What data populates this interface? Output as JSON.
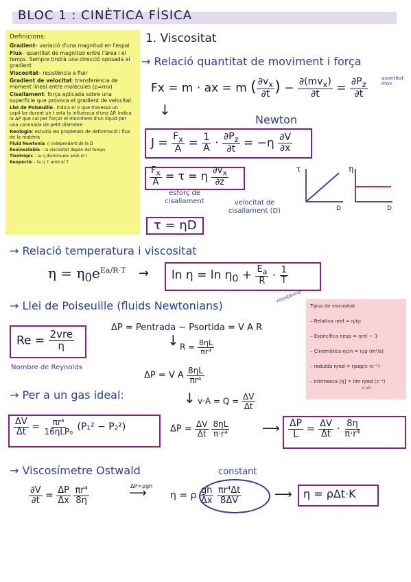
{
  "title": "BLOC 1 : CINÈTICA FÍSICA",
  "definitions": {
    "heading": "Definicions:",
    "items": [
      {
        "term": "Gradient",
        "text": "– variació d'una magnitud en l'espai"
      },
      {
        "term": "Flux",
        "text": "– quantitat de magnitud entre l'àrea i el temps. Sempre tindrà una direcció oposada al gradient"
      },
      {
        "term": "Viscositat",
        "text": "– resistència a fluir"
      },
      {
        "term": "Gradient de velocitat",
        "text": ": transferència de moment lineal entre molècules (p=mv)"
      },
      {
        "term": "Cisallament",
        "text": ": força aplicada sobre una superfície que provoca el gradient de velocitat"
      },
      {
        "term": "Llei de Poiseuille",
        "text": "– indica el V que travessa un capil·lar durant un t sota la influència d'una ΔP. Indica la ΔP que cal per forçar el moviment d'un líquid per una canonada de petit diàmetre"
      },
      {
        "term": "Reologia",
        "text": ": estudia les propietats de deformació i flux de la matèria"
      },
      {
        "term": "Fluid Newtonià",
        "text": ": η independent de la D"
      },
      {
        "term": "Reoinestable",
        "text": " – la viscositat depèn del temps"
      },
      {
        "term": "Tixotròpic",
        "text": " – la η disminueix amb el t"
      },
      {
        "term": "Reopèctic",
        "text": " – la η ↑ amb el T"
      }
    ]
  },
  "sections": {
    "visc_title": "1. Viscositat",
    "rel_qm": "→ Relació quantitat de moviment i força",
    "newton": "Newton",
    "quant_mov": "quantitat mov",
    "esforc": "esforç de cisallament",
    "velocitat": "velocitat de cisallament (D)",
    "rel_temp": "→ Relació temperatura i viscositat",
    "poiseuille": "→ Llei de Poiseuille (fluids Newtonians)",
    "resistencia": "resistència",
    "reynolds": "Nombre de Reynolds",
    "gas_ideal": "→ Per a un gas ideal:",
    "ostwald": "→ Viscosímetre Ostwald",
    "constant": "constant"
  },
  "equations": {
    "fx": "Fx = m · ax = m",
    "newton_law": "J = Fx/A = 1/A · ∂Pz/∂t = −η ∂V/∂x",
    "shear": "Fx/A = τ = η ∂vx/∂z",
    "tau_eta_d": "τ = ηD",
    "arrhenius": "η = η₀ e^(Ea/R·T)",
    "arrhenius_ln": "ln η = ln η₀ + Ea/R · 1/T",
    "dp1": "ΔP = Pentrada − Psortida = V A R",
    "r_formula": "R = 8ηL / πr⁴",
    "dp2": "ΔP = V A 8ηL / πr⁴",
    "q": "v·A = Q = ΔV/Δt",
    "dp3": "ΔP = ΔV/Δt · 8ηL/π·r⁴",
    "dp4": "ΔP/L = ΔV/Δt · 8η/π·r⁴",
    "re": "Re = 2vre / η",
    "gas": "ΔV/Δt = πr⁴ / 16ηLP₀ (P₁² − P₂²)",
    "ostwald1": "∂V/∂t = ΔP/Δx · πr⁴/8η",
    "ostwald_arrow": "ΔP=ρgh",
    "ostwald2": "η = ρ gh/Δx · πr⁴Δt / 8ΔV",
    "ostwald3": "η = ρΔt·K"
  },
  "viscosity_types": {
    "heading": "Tipus de viscositat:",
    "items": [
      "– Relativa  ηrel = η/η₀",
      "– Específica  ηesp = ηrel − 1",
      "– Cinemàtica  ηcin = η/ρ  (m²/s)",
      "– reduïda  ηred = ηesp/c  (c⁻¹)",
      "– intrínseca [η] = lim ηred (c⁻¹)"
    ],
    "limit": "c→0"
  },
  "graph": {
    "left_axis": "τ",
    "right_axis": "η",
    "x_label": "D",
    "line_color": "#2f4bb4",
    "flat_color": "#d62b2b"
  }
}
